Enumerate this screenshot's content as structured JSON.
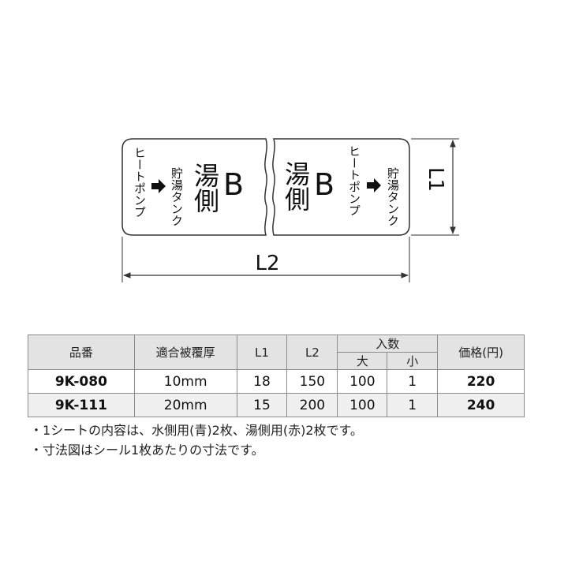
{
  "label": {
    "route_from": "ヒートポンプ",
    "route_to": "貯湯タンク",
    "side_name": "湯側",
    "letter": "B"
  },
  "dimensions": {
    "l1": "L1",
    "l2": "L2"
  },
  "table": {
    "headers": {
      "product_no": "品番",
      "thickness": "適合被覆厚",
      "l1": "L1",
      "l2": "L2",
      "quantity": "入数",
      "qty_large": "大",
      "qty_small": "小",
      "price": "価格(円)"
    },
    "rows": [
      {
        "product_no": "9K-080",
        "thickness": "10mm",
        "l1": "18",
        "l2": "150",
        "qty_large": "100",
        "qty_small": "1",
        "price": "220"
      },
      {
        "product_no": "9K-111",
        "thickness": "20mm",
        "l1": "15",
        "l2": "200",
        "qty_large": "100",
        "qty_small": "1",
        "price": "240"
      }
    ]
  },
  "notes": [
    "・1シートの内容は、水側用(青)2枚、湯側用(赤)2枚です。",
    "・寸法図はシール1枚あたりの寸法です。"
  ]
}
